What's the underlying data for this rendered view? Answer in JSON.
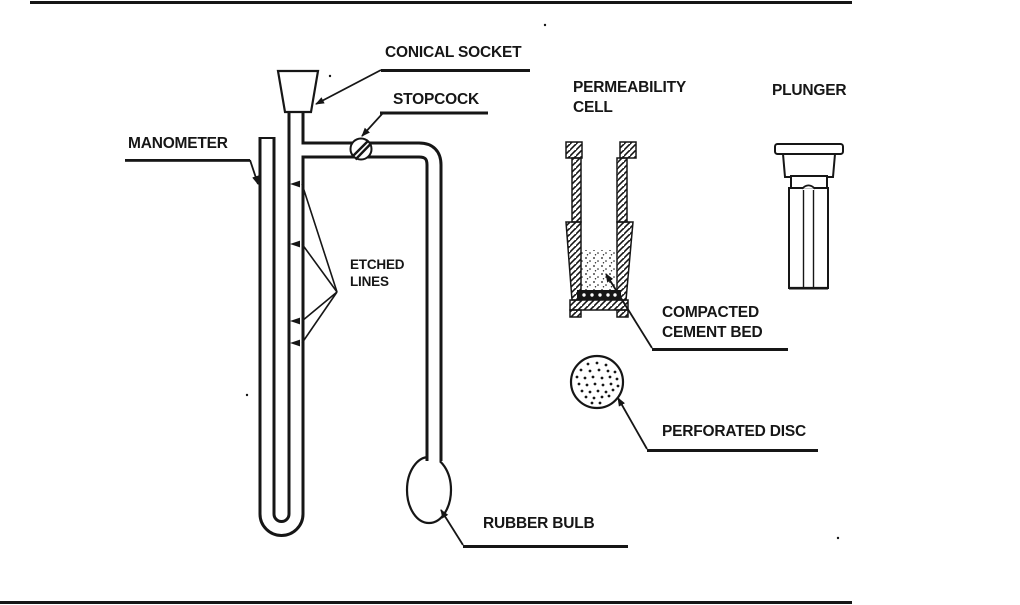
{
  "figure": {
    "labels": {
      "conical_socket": "CONICAL SOCKET",
      "stopcock": "STOPCOCK",
      "manometer": "MANOMETER",
      "etched_lines_line1": "ETCHED",
      "etched_lines_line2": "LINES",
      "permeability_cell_line1": "PERMEABILITY",
      "permeability_cell_line2": "CELL",
      "plunger": "PLUNGER",
      "compacted_cement_bed_line1": "COMPACTED",
      "compacted_cement_bed_line2": "CEMENT BED",
      "perforated_disc": "PERFORATED DISC",
      "rubber_bulb": "RUBBER BULB"
    },
    "colors": {
      "ink": "#161616",
      "background": "#ffffff"
    }
  }
}
